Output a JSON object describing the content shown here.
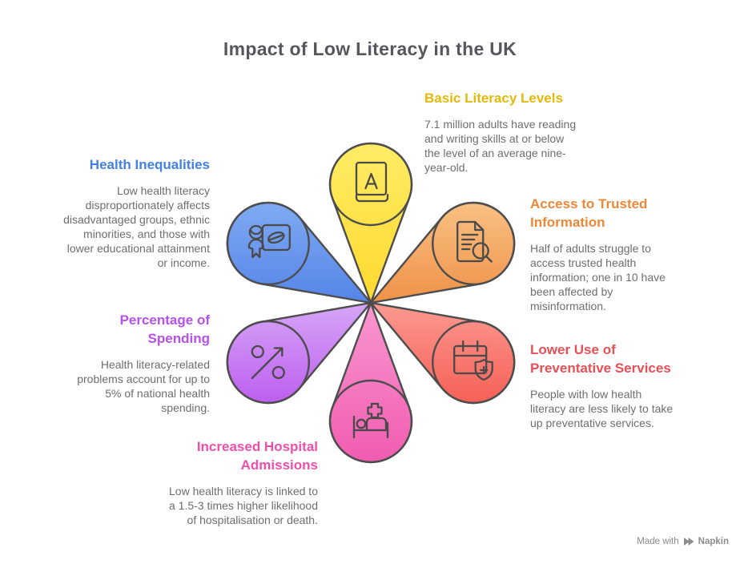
{
  "title": "Impact of Low Literacy in the UK",
  "colors": {
    "title_text": "#55575C",
    "body_text": "#6E6E6E",
    "petal_outline": "#4D4D4D",
    "icon_stroke": "#4A4A4A"
  },
  "sections": [
    {
      "id": "basic-literacy-levels",
      "position": "top",
      "heading": "Basic Literacy Levels",
      "heading_color": "#E3B90A",
      "body": "7.1 million adults have reading\nand writing skills at or below\nthe level of an average nine-\nyear-old.",
      "icon": "book-icon",
      "petal_gradient": [
        "#FFEC66",
        "#FFD92E"
      ]
    },
    {
      "id": "access-to-trusted-information",
      "position": "upper-right",
      "heading": "Access to Trusted\nInformation",
      "heading_color": "#ED8936",
      "body": "Half of adults struggle to\naccess trusted health\ninformation; one in 10 have\nbeen affected by\nmisinformation.",
      "icon": "document-search-icon",
      "petal_gradient": [
        "#F9C183",
        "#EF9149"
      ]
    },
    {
      "id": "lower-use-of-preventative-services",
      "position": "lower-right",
      "heading": "Lower Use of\nPreventative Services",
      "heading_color": "#E94F55",
      "body": "People with low health\nliteracy are less likely to take\nup preventative services.",
      "icon": "calendar-shield-icon",
      "petal_gradient": [
        "#FB9A90",
        "#F66057"
      ]
    },
    {
      "id": "increased-hospital-admissions",
      "position": "bottom",
      "heading": "Increased Hospital\nAdmissions",
      "heading_color": "#ED4FAD",
      "body": "Low health literacy is linked to\na 1.5-3 times higher likelihood\nof hospitalisation or death.",
      "icon": "hospital-bed-icon",
      "petal_gradient": [
        "#F998D0",
        "#F15CB0"
      ]
    },
    {
      "id": "percentage-of-spending",
      "position": "lower-left",
      "heading": "Percentage of\nSpending",
      "heading_color": "#B750EC",
      "body": "Health literacy-related\nproblems account for up to\n5% of national health\nspending.",
      "icon": "percent-growth-icon",
      "petal_gradient": [
        "#D6A6F7",
        "#BD5FF0"
      ]
    },
    {
      "id": "health-inequalities",
      "position": "upper-left",
      "heading": "Health Inequalities",
      "heading_color": "#4480E4",
      "body": "Low health literacy\ndisproportionately affects\ndisadvantaged groups, ethnic\nminorities, and those with\nlower educational attainment\nor income.",
      "icon": "person-medication-icon",
      "petal_gradient": [
        "#80AAF2",
        "#5584E8"
      ]
    }
  ],
  "watermark": {
    "prefix": "Made with",
    "brand": "Napkin"
  }
}
